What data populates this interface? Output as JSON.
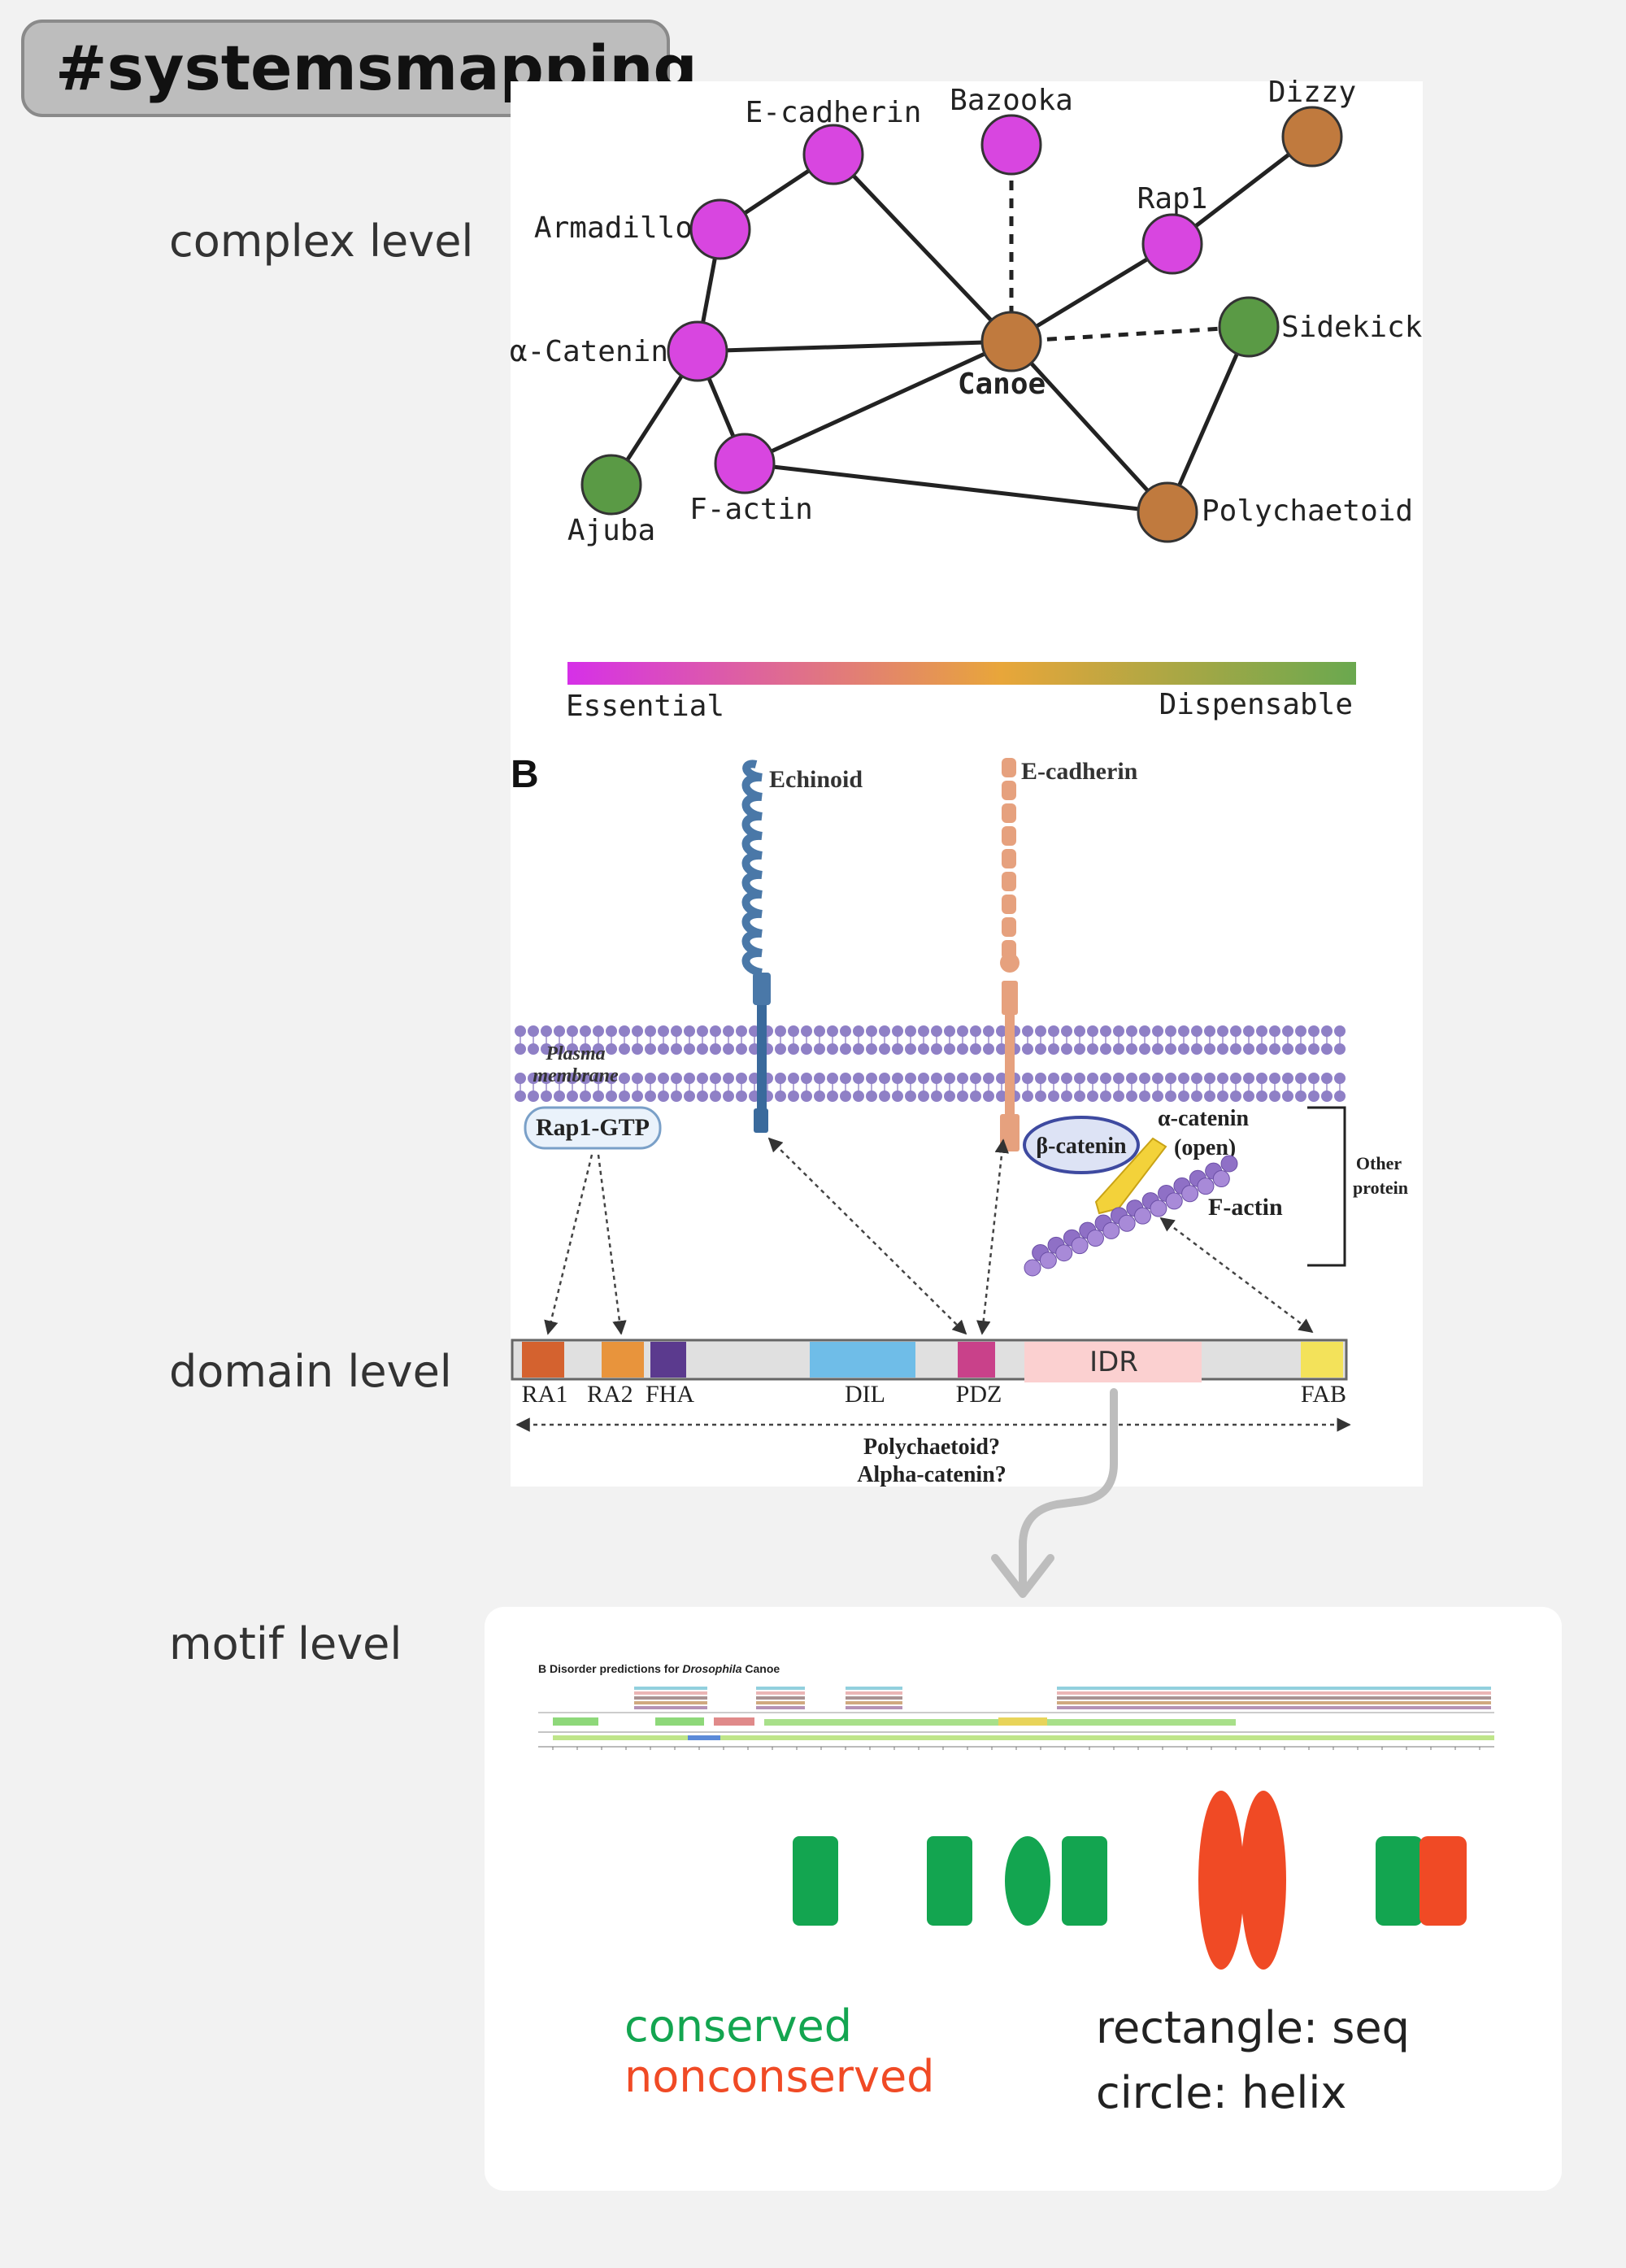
{
  "hashtag": "#systemsmapping",
  "levels": {
    "complex": "complex level",
    "domain": "domain level",
    "motif": "motif level"
  },
  "network": {
    "nodes": [
      {
        "id": "ecad",
        "label": "E-cadherin",
        "color": "#d846e0"
      },
      {
        "id": "baz",
        "label": "Bazooka",
        "color": "#d846e0"
      },
      {
        "id": "dizzy",
        "label": "Dizzy",
        "color": "#c07a3e"
      },
      {
        "id": "arm",
        "label": "Armadillo",
        "color": "#d846e0"
      },
      {
        "id": "rap1",
        "label": "Rap1",
        "color": "#d846e0"
      },
      {
        "id": "acat",
        "label": "α-Catenin",
        "color": "#d846e0"
      },
      {
        "id": "canoe",
        "label": "Canoe",
        "color": "#c07a3e"
      },
      {
        "id": "side",
        "label": "Sidekick",
        "color": "#5a9a45"
      },
      {
        "id": "ajuba",
        "label": "Ajuba",
        "color": "#5a9a45"
      },
      {
        "id": "factin",
        "label": "F-actin",
        "color": "#d846e0"
      },
      {
        "id": "pyd",
        "label": "Polychaetoid",
        "color": "#c07a3e"
      }
    ],
    "edges": [
      {
        "from": "ecad",
        "to": "arm",
        "style": "solid"
      },
      {
        "from": "ecad",
        "to": "canoe",
        "style": "solid"
      },
      {
        "from": "baz",
        "to": "canoe",
        "style": "dashed"
      },
      {
        "from": "dizzy",
        "to": "rap1",
        "style": "solid"
      },
      {
        "from": "rap1",
        "to": "canoe",
        "style": "solid"
      },
      {
        "from": "arm",
        "to": "acat",
        "style": "solid"
      },
      {
        "from": "acat",
        "to": "canoe",
        "style": "solid"
      },
      {
        "from": "acat",
        "to": "ajuba",
        "style": "solid"
      },
      {
        "from": "acat",
        "to": "factin",
        "style": "solid"
      },
      {
        "from": "canoe",
        "to": "side",
        "style": "dashed"
      },
      {
        "from": "canoe",
        "to": "factin",
        "style": "solid"
      },
      {
        "from": "canoe",
        "to": "pyd",
        "style": "solid"
      },
      {
        "from": "factin",
        "to": "pyd",
        "style": "solid"
      },
      {
        "from": "side",
        "to": "pyd",
        "style": "solid"
      }
    ],
    "scale": {
      "left": "Essential",
      "right": "Dispensable",
      "colors": [
        "#d630e8",
        "#e8a63a",
        "#6aa84f"
      ]
    }
  },
  "panelB": {
    "letter": "B",
    "echinoid": "Echinoid",
    "ecadherin": "E-cadherin",
    "membrane_line1": "Plasma",
    "membrane_line2": "membrane",
    "rap1gtp": "Rap1-GTP",
    "bcatenin": "β-catenin",
    "acatenin_line1": "α-catenin",
    "acatenin_line2": "(open)",
    "factin": "F-actin",
    "other_line1": "Other",
    "other_line2": "protein",
    "domains": [
      {
        "label": "RA1",
        "color": "#d4622f"
      },
      {
        "label": "RA2",
        "color": "#e8943c"
      },
      {
        "label": "FHA",
        "color": "#5b3a8e"
      },
      {
        "label": "DIL",
        "color": "#6fbde8"
      },
      {
        "label": "PDZ",
        "color": "#c9418a"
      },
      {
        "label": "IDR",
        "color": "#fbd0d0"
      },
      {
        "label": "FAB",
        "color": "#f3e25a"
      }
    ],
    "bottom_line1": "Polychaetoid?",
    "bottom_line2": "Alpha-catenin?"
  },
  "motif": {
    "disorder_title_pre": "B  Disorder predictions for ",
    "disorder_title_em": "Drosophila",
    "disorder_title_post": " Canoe",
    "conserved_color": "#13a550",
    "nonconserved_color": "#f04a25",
    "conserved": "conserved",
    "nonconserved": "nonconserved",
    "rect_legend": "rectangle: seq",
    "circle_legend": "circle: helix"
  }
}
